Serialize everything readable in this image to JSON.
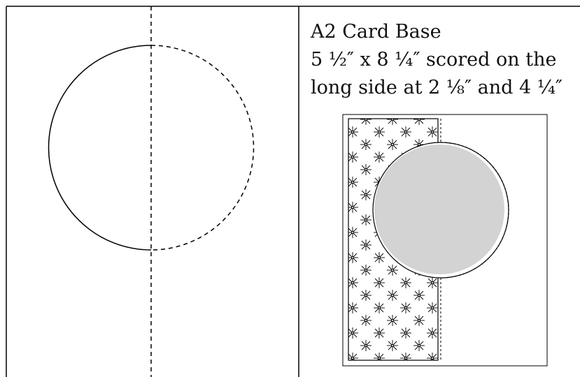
{
  "caption": {
    "line1": "A2 Card Base",
    "line2": "5 ½″ x 8 ¼″ scored on the",
    "line3": "long side at 2 ⅛″ and 4 ¼″"
  },
  "colors": {
    "line": "#000000",
    "background": "#ffffff",
    "circle_fill": "#d3d3d3"
  },
  "icons": {
    "pattern_motif": "star-flower-icon"
  }
}
